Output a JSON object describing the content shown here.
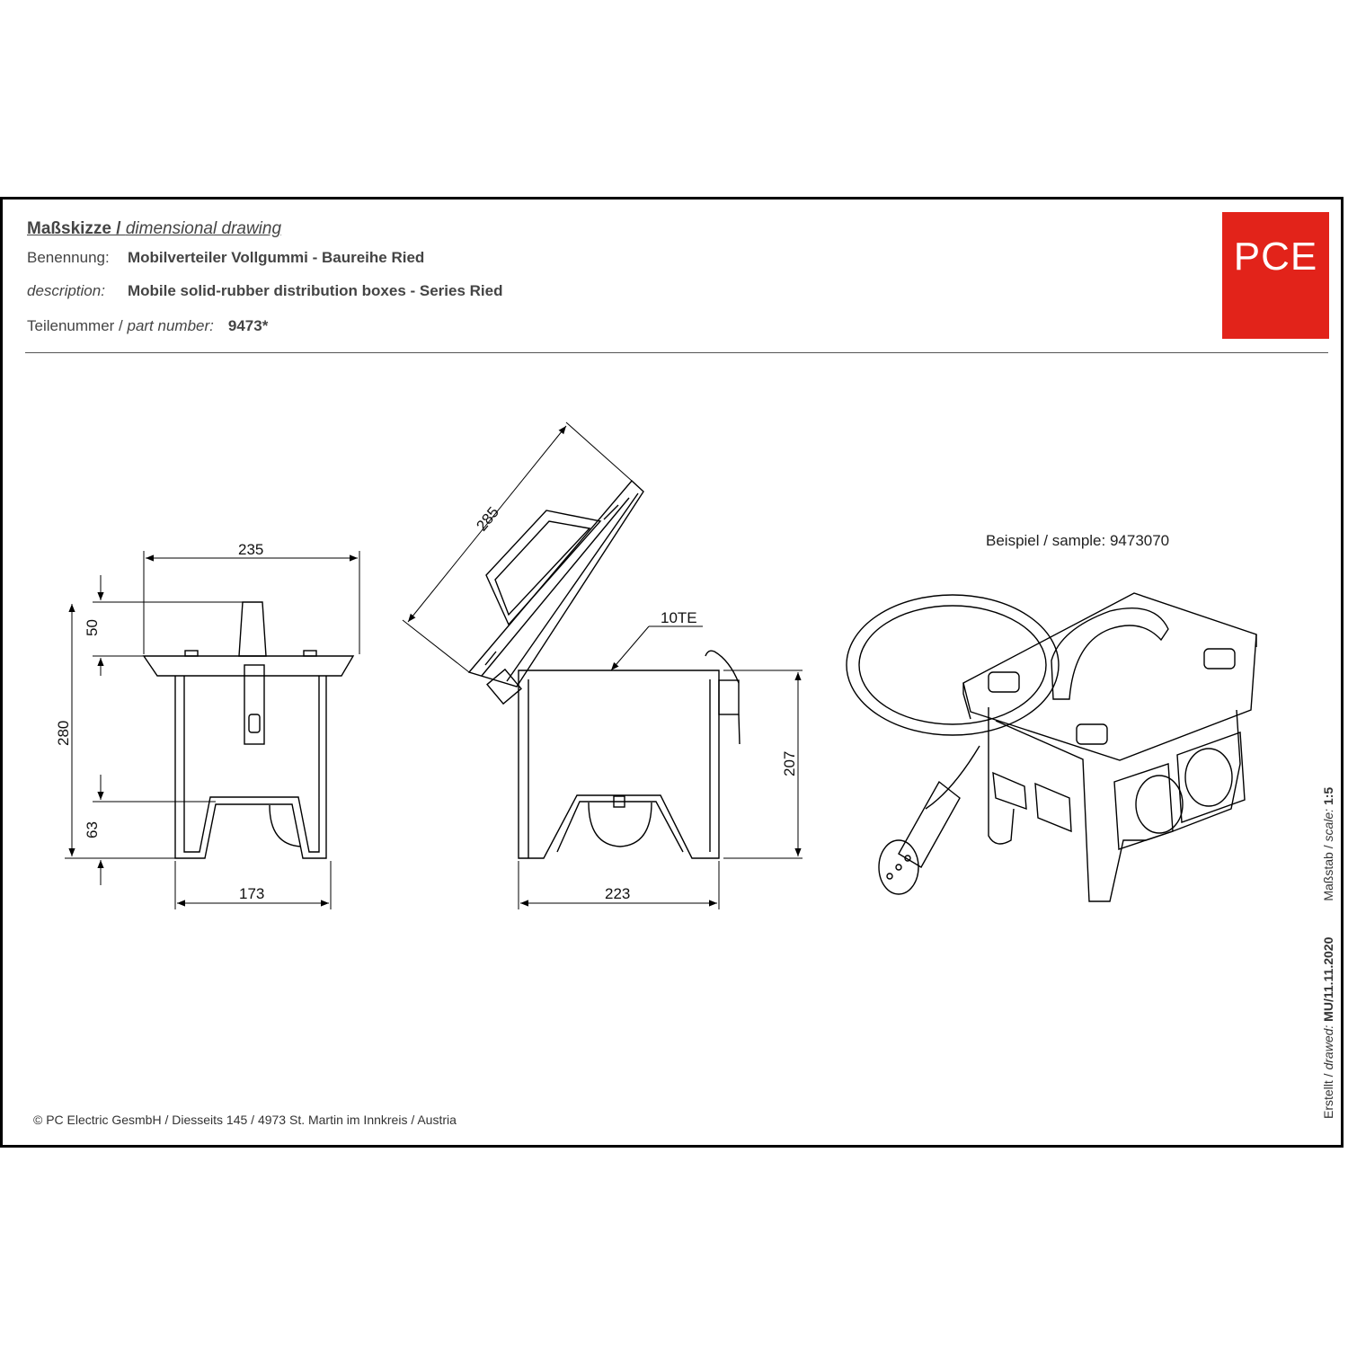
{
  "header": {
    "title_de": "Maßskizze",
    "title_sep": " / ",
    "title_en": "dimensional drawing",
    "name_label": "Benennung:",
    "name_value": "Mobilverteiler Vollgummi - Baureihe Ried",
    "desc_label": "description:",
    "desc_value": "Mobile solid-rubber distribution boxes - Series Ried",
    "part_label_de": "Teilenummer",
    "part_label_sep": " / ",
    "part_label_en": "part number:",
    "part_value": "9473*"
  },
  "logo": {
    "text": "PCE",
    "color": "#e2231a"
  },
  "dimensions": {
    "front_width_top": "235",
    "front_lid_height": "50",
    "front_total_height": "280",
    "front_foot_height": "63",
    "front_width_bottom": "173",
    "side_lid_length": "285",
    "side_label": "10TE",
    "side_height": "207",
    "side_width": "223"
  },
  "sample": {
    "text": "Beispiel / sample: 9473070"
  },
  "footer": {
    "copyright": "© PC Electric GesmbH / Diesseits 145 / 4973 St. Martin im Innkreis / Austria"
  },
  "side_info": {
    "created_de": "Erstellt",
    "created_sep": " / ",
    "created_en": "drawed:",
    "created_value": "MU/11.11.2020",
    "scale_de": "Maßstab",
    "scale_sep": " / ",
    "scale_en": "scale:",
    "scale_value": "1:5"
  }
}
